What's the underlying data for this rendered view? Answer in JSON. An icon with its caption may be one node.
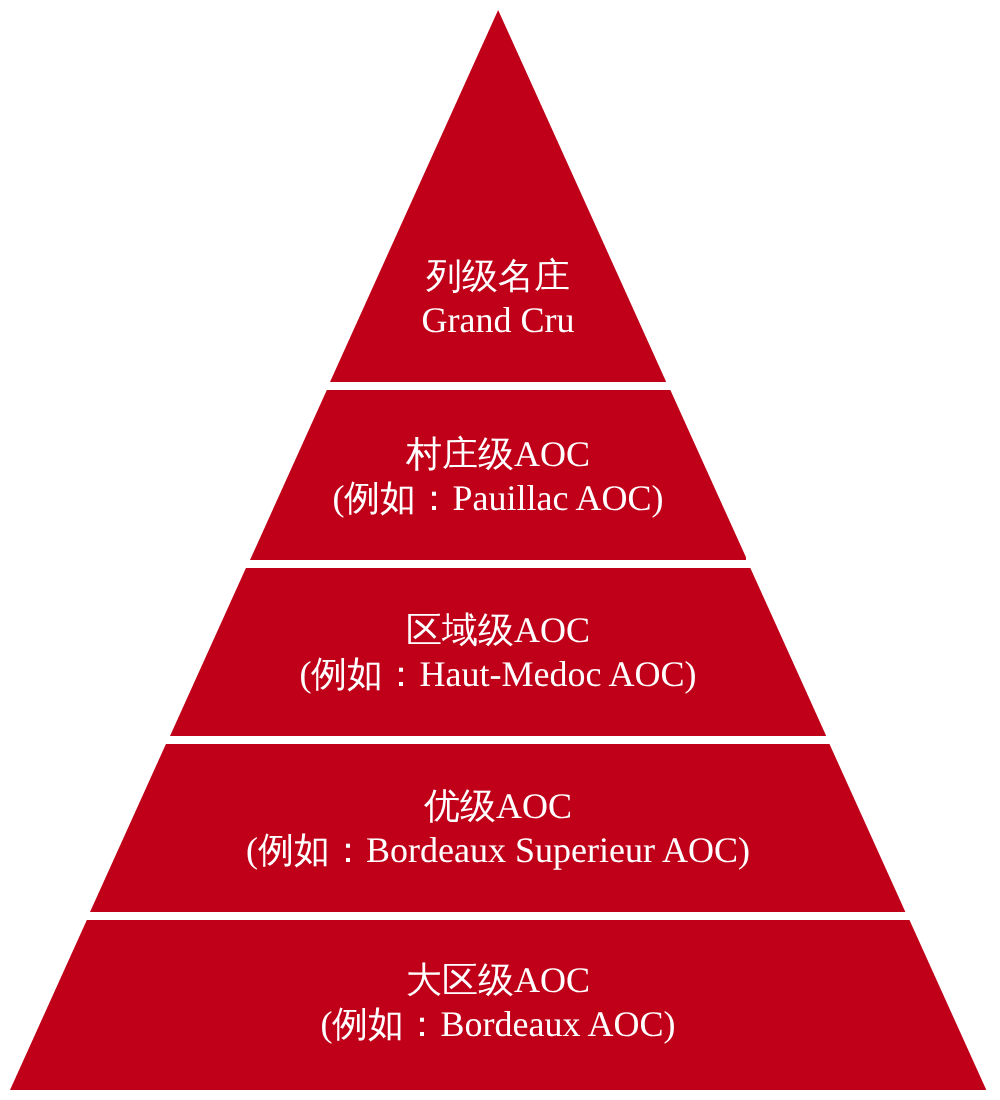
{
  "diagram": {
    "nodes": [
      {
        "text": [
          "列级名庄",
          "Grand Cru"
        ]
      },
      {
        "text": [
          "村庄级AOC",
          "(例如：Pauillac AOC)"
        ]
      },
      {
        "text": [
          "区域级AOC",
          "(例如：Haut-Medoc AOC)"
        ]
      },
      {
        "text": [
          "优级AOC",
          "(例如：Bordeaux Superieur AOC)"
        ]
      },
      {
        "text": [
          "大区级AOC",
          "(例如：Bordeaux AOC)"
        ]
      }
    ]
  }
}
